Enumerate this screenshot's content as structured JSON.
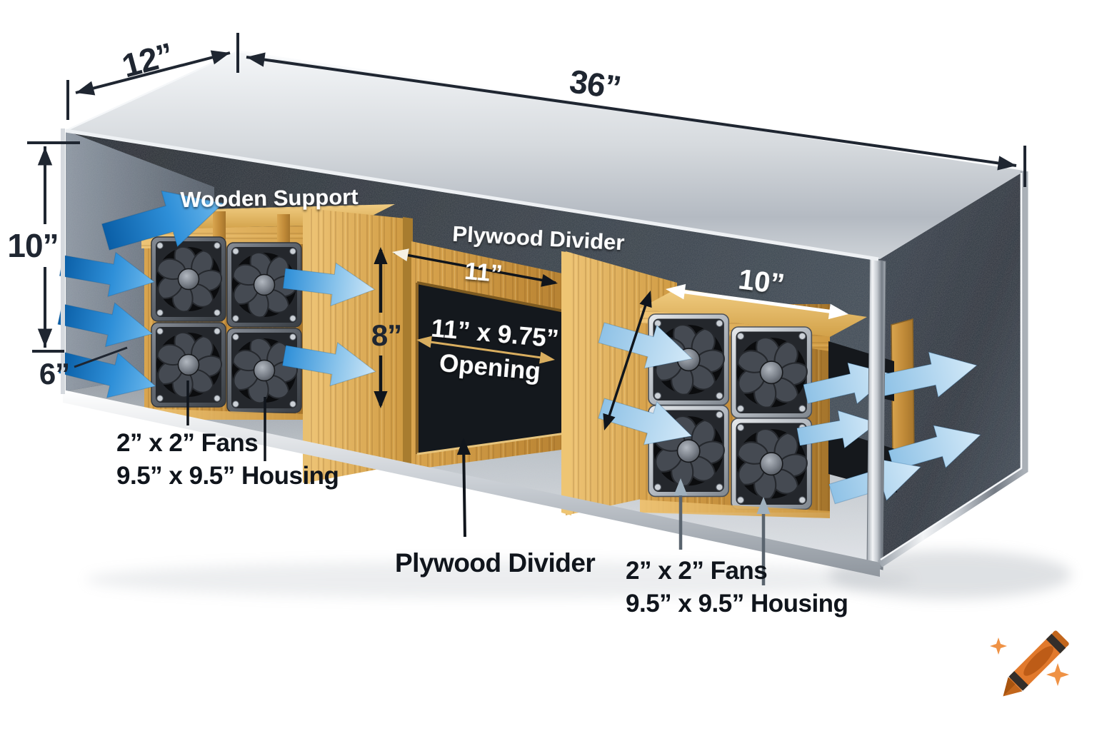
{
  "colors": {
    "background": "#ffffff",
    "metal_top": "#d6dade",
    "metal_floor": "#c6cbd1",
    "interior_wall": "#2b333f",
    "wood_light": "#e3b264",
    "wood_mid": "#c4913d",
    "wood_dark": "#8f6524",
    "fan_frame_silver": "#b4bac1",
    "fan_body_black": "#17191d",
    "airflow_blue": "#2e8fd8",
    "airflow_pale": "#aed3ee",
    "dimension_text_dark": "#1f2631",
    "dimension_tan": "#d9ae5f",
    "label_white": "#ffffff",
    "logo_orange": "#e1792c"
  },
  "dimensions": {
    "depth": "12”",
    "length": "36”",
    "height": "10”",
    "inlet_offset": "6”",
    "opening_width": "11”",
    "divider_panel_height": "8”",
    "opening_size": "11” x 9.75”",
    "opening_word": "Opening",
    "divider_to_outlet": "10”"
  },
  "labels": {
    "wooden_support": "Wooden Support",
    "plywood_divider_top": "Plywood Divider",
    "plywood_divider_bottom": "Plywood Divider",
    "left_fans": "2” x 2” Fans",
    "left_housing": "9.5” x 9.5” Housing",
    "right_fans": "2” x 2” Fans",
    "right_housing": "9.5” x 9.5” Housing"
  }
}
